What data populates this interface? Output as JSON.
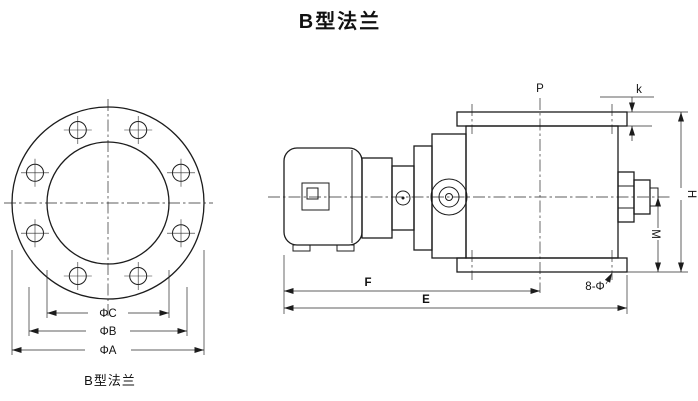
{
  "title": "B型法兰",
  "flange_view": {
    "caption": "B型法兰",
    "dim_c": "ΦC",
    "dim_b": "ΦB",
    "dim_a": "ΦA"
  },
  "side_view": {
    "dim_p": "P",
    "dim_k": "k",
    "dim_h": "H",
    "dim_m": "M",
    "dim_f": "F",
    "dim_e": "E",
    "dim_holes": "8-Φ"
  },
  "colors": {
    "line": "#1c1c1c",
    "background": "#ffffff"
  }
}
